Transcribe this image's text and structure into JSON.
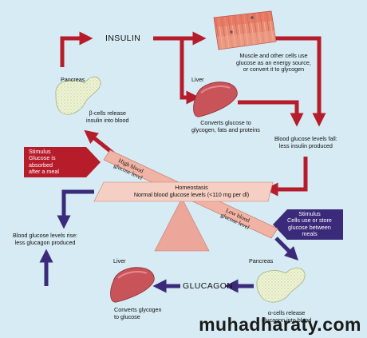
{
  "hormones": {
    "insulin": "INSULIN",
    "glucagon": "GLUCAGON"
  },
  "organs": {
    "pancreas_top": "Pancreas",
    "pancreas_bottom": "Pancreas",
    "liver_top": "Liver",
    "liver_bottom": "Liver"
  },
  "captions": {
    "beta_cells": [
      "β-cells release",
      "insulin into blood"
    ],
    "muscle": [
      "Muscle and other cells use",
      "glucose as an energy source,",
      "or convert it to glycogen"
    ],
    "liver_converts": [
      "Converts glucose to",
      "glycogen, fats and proteins"
    ],
    "levels_fall": [
      "Blood glucose levels fall:",
      "less insulin produced"
    ],
    "levels_rise": [
      "Blood glucose levels rise:",
      "less glucagon produced"
    ],
    "alpha_cells": [
      "α-cells release",
      "glucagon into blood"
    ],
    "liver_glycogen": [
      "Converts glycogen",
      "to glucose"
    ]
  },
  "stimulus_high": [
    "Stimulus",
    "Glucose is",
    "absorbed",
    "after a meal"
  ],
  "stimulus_low": [
    "Stimulus",
    "Cells use or store",
    "glucose between",
    "meals"
  ],
  "seesaw": {
    "high_label": [
      "High blood",
      "glucose level"
    ],
    "low_label": [
      "Low blood",
      "glucose level"
    ],
    "homeostasis_title": "Homeostasis",
    "homeostasis_text": "Normal blood glucose levels (<110 mg per dl)"
  },
  "watermark": "muhadharaty.com",
  "colors": {
    "insulin_arrow": "#b71c2b",
    "glucagon_arrow": "#3b2a7a",
    "background": "#d6ebf3",
    "seesaw": "#f1b3a4",
    "fulcrum": "#eca69a",
    "liver": "#c8545a",
    "pancreas": "#e7efc9",
    "muscle": "#e8876f"
  }
}
